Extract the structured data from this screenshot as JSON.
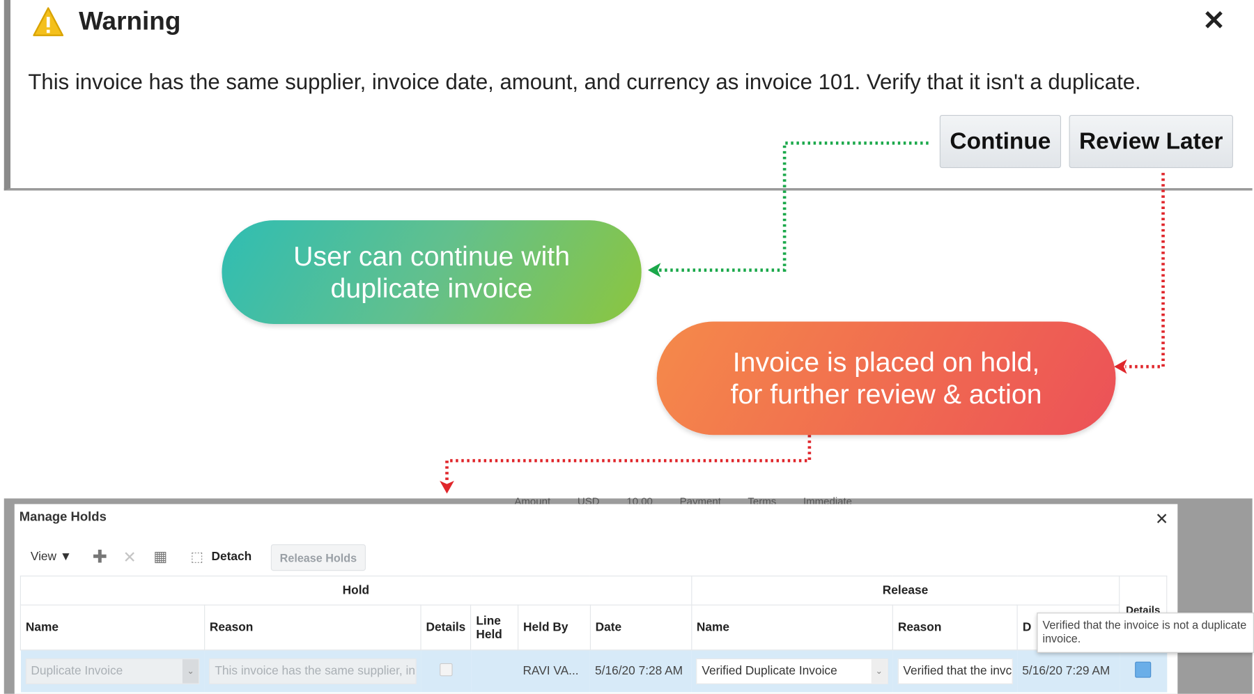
{
  "warning_dialog": {
    "title": "Warning",
    "icon": "warning-triangle-icon",
    "message": "This invoice has the same supplier, invoice date, amount, and currency as invoice 101. Verify that it isn't a duplicate.",
    "buttons": {
      "continue": "Continue",
      "review_later": "Review Later"
    },
    "close_icon": "close-icon"
  },
  "flow": {
    "continue_outcome": [
      "User can continue with",
      "duplicate invoice"
    ],
    "review_outcome": [
      "Invoice is placed on hold,",
      "for further review & action"
    ],
    "colors": {
      "continue_arrow": "#1aa84a",
      "review_arrow": "#e0262b",
      "green_pill": "#2fbdb3",
      "red_pill": "#f0604f"
    }
  },
  "background_form": {
    "text": "Amount USD 10.00 Payment Terms Immediate"
  },
  "manage_holds": {
    "title": "Manage Holds",
    "toolbar": {
      "view": "View ▼",
      "add_icon": "plus-icon",
      "delete_icon": "x-icon",
      "freeze_icon": "freeze-columns-icon",
      "detach": "Detach",
      "release_holds": "Release Holds"
    },
    "group_headers": {
      "hold": "Hold",
      "release": "Release",
      "details": "Details"
    },
    "columns": [
      "Name",
      "Reason",
      "Details",
      "Line Held",
      "Held By",
      "Date",
      "Name",
      "Reason",
      "D",
      "Details"
    ],
    "row": {
      "hold_name": "Duplicate Invoice",
      "hold_reason": "This invoice has the same supplier, in",
      "details_checked": false,
      "held_by": "RAVI VA...",
      "date": "5/16/20 7:28 AM",
      "release_name": "Verified Duplicate Invoice",
      "release_reason": "Verified that the invc",
      "release_date": "5/16/20 7:29 AM"
    },
    "tooltip": "Verified that the invoice is not a duplicate invoice."
  }
}
